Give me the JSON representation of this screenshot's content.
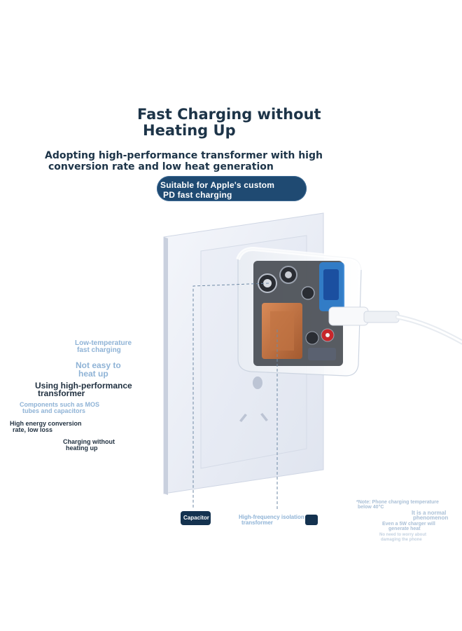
{
  "heading": {
    "line1": "Fast Charging without",
    "line2": "Heating Up"
  },
  "subheading": {
    "line1": "Adopting high-performance transformer with high",
    "line2": "conversion rate and low heat generation"
  },
  "badge": {
    "line1": "Suitable for Apple's custom",
    "line2": "PD fast charging"
  },
  "callouts": {
    "low_temp_1": "Low-temperature",
    "low_temp_2": "fast charging",
    "not_easy_1": "Not easy to",
    "not_easy_2": "heat up",
    "using_hp_1": "Using high-performance",
    "using_hp_2": "transformer",
    "components_1": "Components such as MOS",
    "components_2": "tubes and capacitors",
    "energy_1": "High energy conversion",
    "energy_2": "rate, low loss",
    "charging_1": "Charging without",
    "charging_2": "heating up"
  },
  "labels": {
    "capacitor": "Capacitor",
    "transformer_1": "High-frequency isolation",
    "transformer_2": "transformer"
  },
  "notes": {
    "note_1": "*Note: Phone charging temperature",
    "note_2": "below 40°C",
    "normal_1": "It is a normal",
    "normal_2": "phenomenon",
    "even_1": "Even a 5W charger will",
    "even_2": "generate heat",
    "worry_1": "No need to worry about",
    "worry_2": "damaging the phone"
  },
  "colors": {
    "heading": "#1d3448",
    "badge_bg": "#1f4a72",
    "callout_light": "#8fb3d6",
    "callout_dark": "#1f2f3f"
  }
}
